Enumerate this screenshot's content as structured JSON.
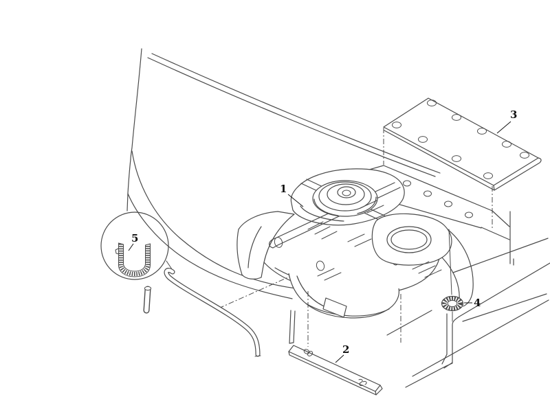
{
  "figure": {
    "background": "#ffffff",
    "line": "#4a4a4a",
    "label": "#111111",
    "type": "exploded-parts-line-drawing"
  },
  "callouts": [
    {
      "id": "1",
      "text": "1"
    },
    {
      "id": "2",
      "text": "2"
    },
    {
      "id": "3",
      "text": "3"
    },
    {
      "id": "4",
      "text": "4"
    },
    {
      "id": "5",
      "text": "5"
    }
  ]
}
